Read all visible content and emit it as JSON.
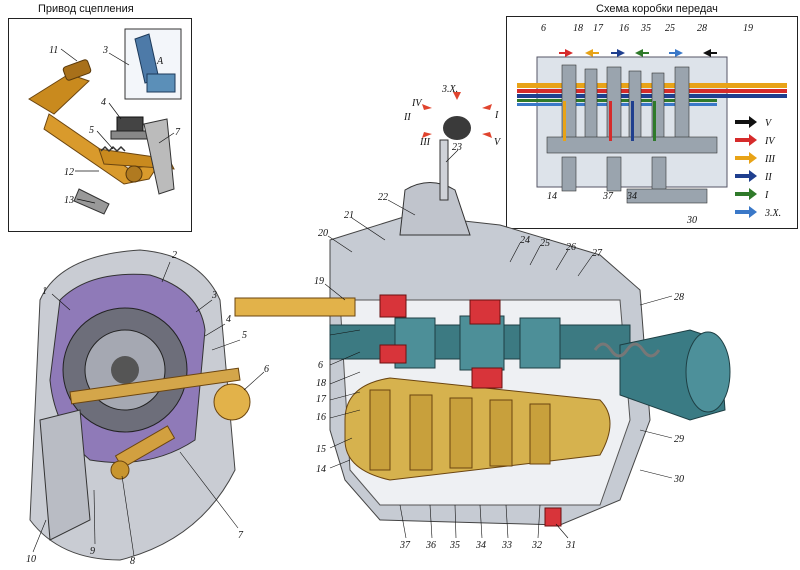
{
  "titles": {
    "clutch_drive": "Привод сцепления",
    "gearbox_scheme": "Схема коробки передач"
  },
  "shift_pattern": [
    "IV",
    "3.X.",
    "II",
    "I",
    "III",
    "V"
  ],
  "legend": [
    {
      "label": "V",
      "color": "#111111"
    },
    {
      "label": "IV",
      "color": "#d62b2b"
    },
    {
      "label": "III",
      "color": "#e8a317"
    },
    {
      "label": "II",
      "color": "#1f3f8f"
    },
    {
      "label": "I",
      "color": "#2f7a2a"
    },
    {
      "label": "3.X.",
      "color": "#3a78c8"
    }
  ],
  "clutch_labels": [
    "11",
    "3",
    "A",
    "4",
    "5",
    "7",
    "12",
    "13"
  ],
  "scheme_labels": [
    "6",
    "18",
    "17",
    "16",
    "35",
    "25",
    "28",
    "19",
    "14",
    "37",
    "34",
    "30"
  ],
  "clutch_unit_labels": [
    "2",
    "1",
    "3",
    "4",
    "5",
    "6",
    "7",
    "8",
    "9",
    "10"
  ],
  "gearbox_labels": [
    "23",
    "22",
    "21",
    "20",
    "24",
    "25",
    "26",
    "27",
    "19",
    "28",
    "6",
    "18",
    "17",
    "16",
    "15",
    "14",
    "29",
    "30",
    "37",
    "36",
    "35",
    "34",
    "33",
    "32",
    "31"
  ]
}
